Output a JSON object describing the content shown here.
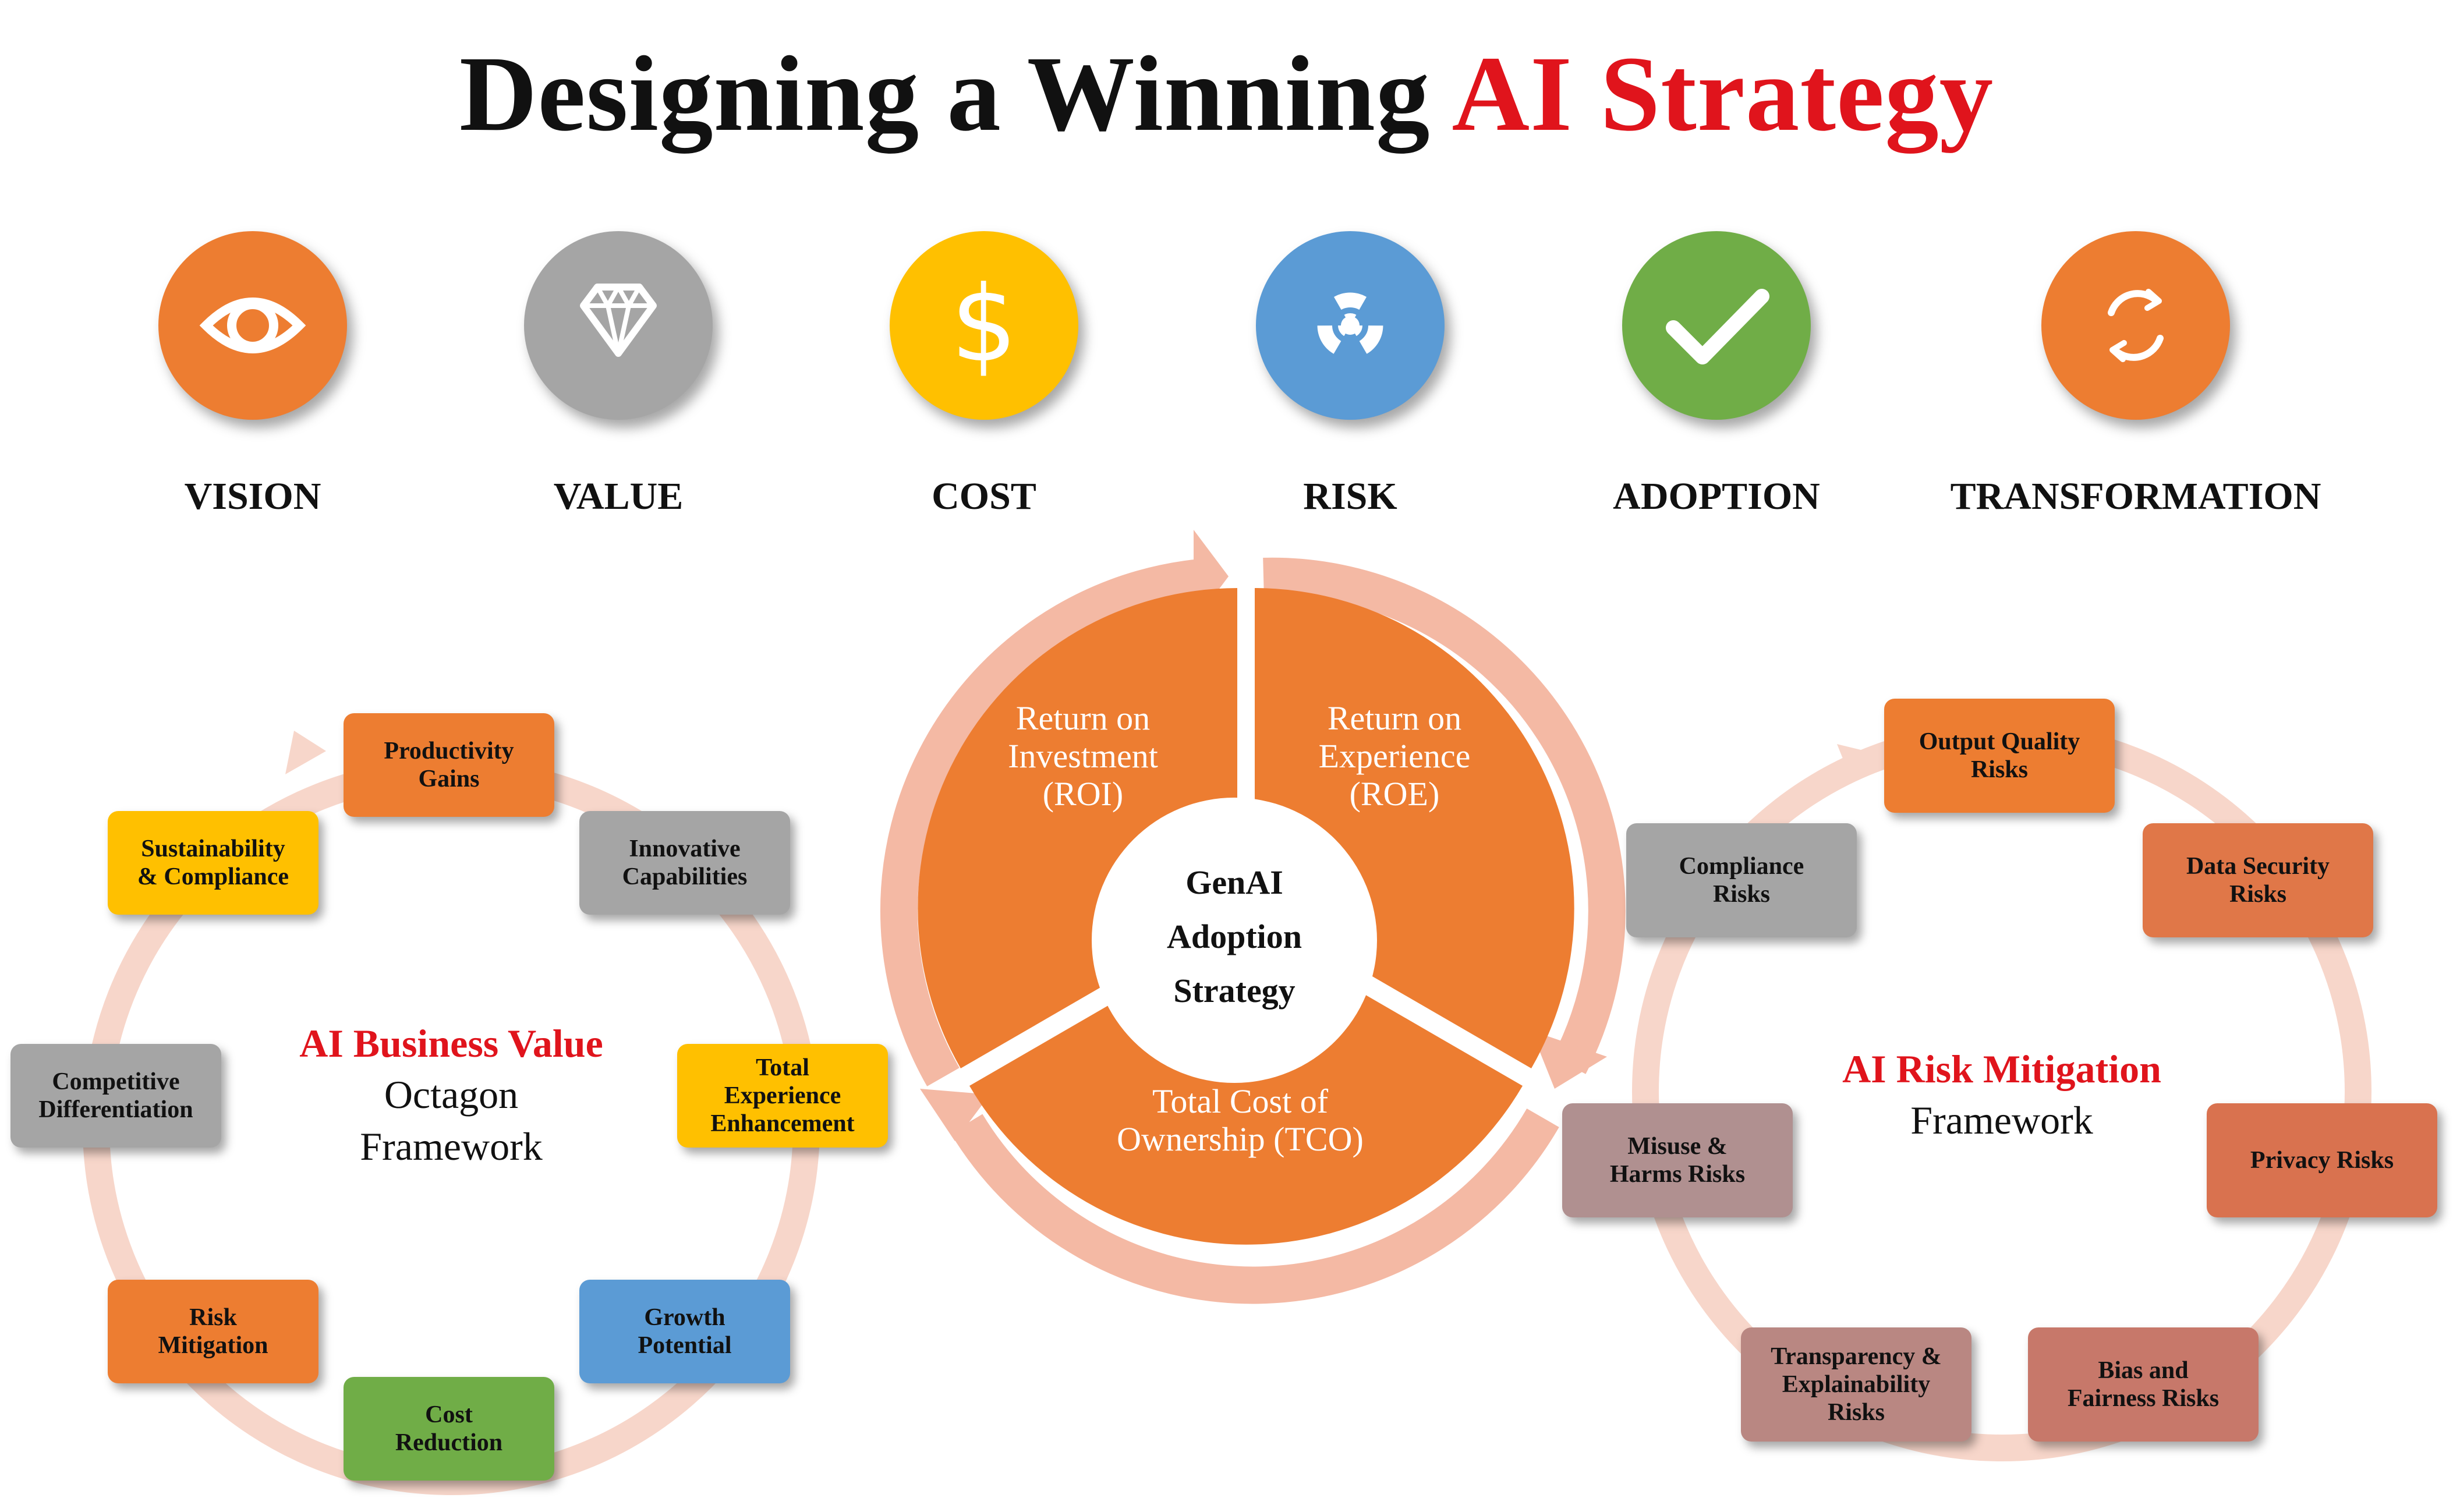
{
  "title": {
    "main": "Designing a Winning ",
    "accent": "AI Strategy"
  },
  "pillars": [
    {
      "label": "VISION",
      "icon": "eye-icon",
      "color": "#ed7d31"
    },
    {
      "label": "VALUE",
      "icon": "diamond-icon",
      "color": "#a5a5a5"
    },
    {
      "label": "COST",
      "icon": "dollar-icon",
      "color": "#ffc000"
    },
    {
      "label": "RISK",
      "icon": "radiation-icon",
      "color": "#5b9bd5"
    },
    {
      "label": "ADOPTION",
      "icon": "checkmark-icon",
      "color": "#70ad47"
    },
    {
      "label": "TRANSFORMATION",
      "icon": "refresh-icon",
      "color": "#ed7d31"
    }
  ],
  "center_wheel": {
    "segments": [
      {
        "label": "Return on\nInvestment\n(ROI)"
      },
      {
        "label": "Return on\nExperience\n(ROE)"
      },
      {
        "label": "Total Cost of\nOwnership (TCO)"
      }
    ],
    "hub": "GenAI\nAdoption\nStrategy",
    "color": "#ed7d31",
    "ring_color": "#f4b9a4"
  },
  "value_framework": {
    "title_red": "AI Business Value",
    "title_rest": "Octagon\nFramework",
    "items": [
      {
        "label": "Productivity\nGains",
        "color": "#ed7d31"
      },
      {
        "label": "Innovative\nCapabilities",
        "color": "#a5a5a5"
      },
      {
        "label": "Total\nExperience\nEnhancement",
        "color": "#ffc000"
      },
      {
        "label": "Growth\nPotential",
        "color": "#5b9bd5"
      },
      {
        "label": "Cost\nReduction",
        "color": "#70ad47"
      },
      {
        "label": "Risk\nMitigation",
        "color": "#ed7d31"
      },
      {
        "label": "Competitive\nDifferentiation",
        "color": "#a5a5a5"
      },
      {
        "label": "Sustainability\n& Compliance",
        "color": "#ffc000"
      }
    ]
  },
  "risk_framework": {
    "title_red": "AI Risk Mitigation",
    "title_rest": "Framework",
    "items": [
      {
        "label": "Output Quality\nRisks",
        "color": "#ed7d31"
      },
      {
        "label": "Data Security\nRisks",
        "color": "#e07748"
      },
      {
        "label": "Privacy Risks",
        "color": "#d9724f"
      },
      {
        "label": "Bias and\nFairness Risks",
        "color": "#c7786a"
      },
      {
        "label": "Transparency &\nExplainability\nRisks",
        "color": "#b98782"
      },
      {
        "label": "Misuse &\nHarms Risks",
        "color": "#b09090"
      },
      {
        "label": "Compliance\nRisks",
        "color": "#a5a5a5"
      }
    ]
  }
}
